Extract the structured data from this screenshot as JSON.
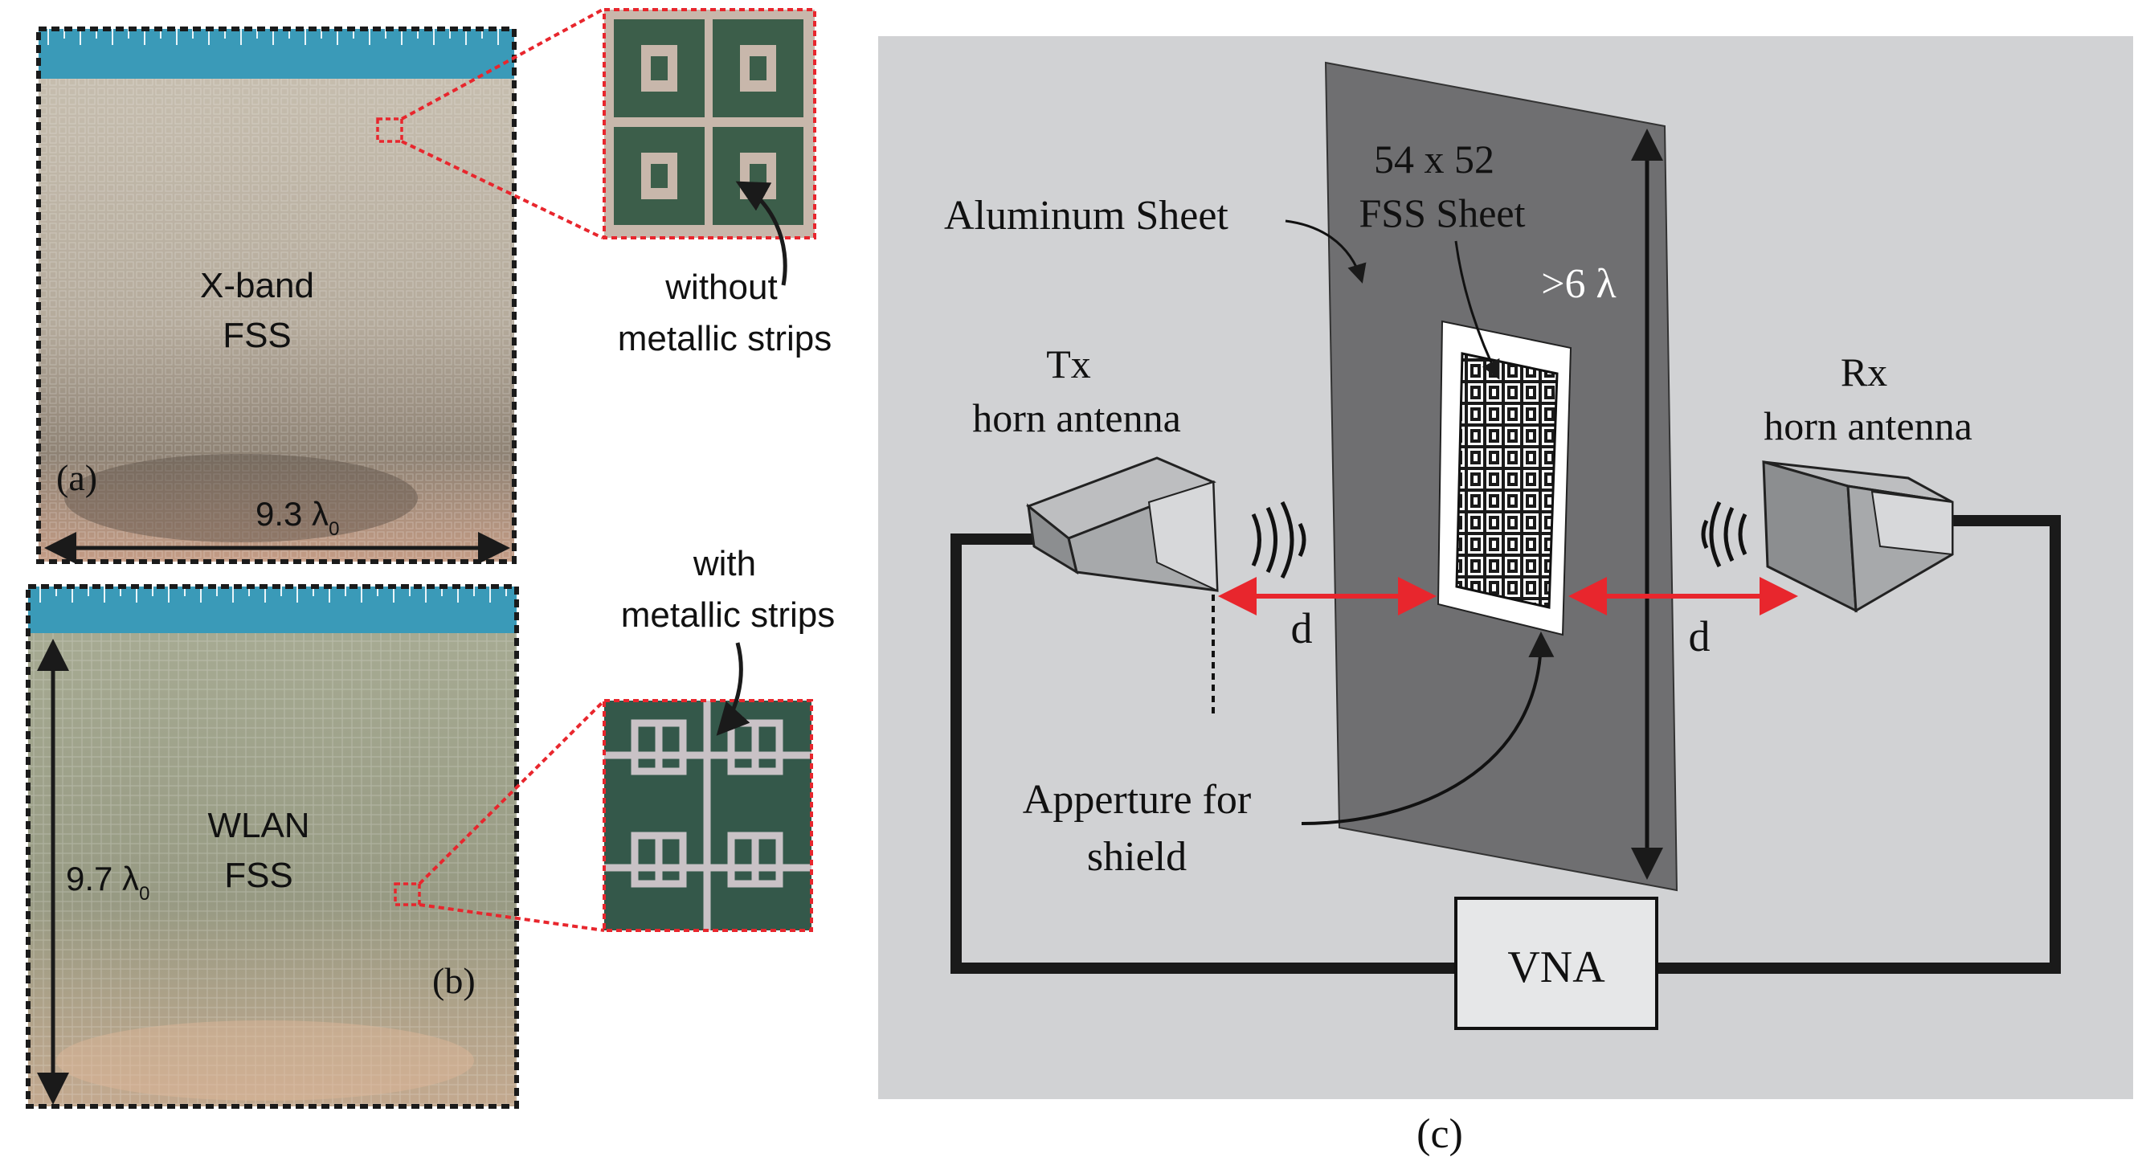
{
  "panel_a": {
    "label": "(a)",
    "title_line1": "X-band",
    "title_line2": "FSS",
    "dimension": "9.3 λ",
    "dimension_sub": "0",
    "inset_caption_line1": "without",
    "inset_caption_line2": "metallic strips"
  },
  "panel_b": {
    "label": "(b)",
    "title_line1": "WLAN",
    "title_line2": "FSS",
    "dimension": "9.7 λ",
    "dimension_sub": "0",
    "inset_caption_line1": "with",
    "inset_caption_line2": "metallic strips"
  },
  "panel_c": {
    "label": "(c)",
    "aluminum_label": "Aluminum Sheet",
    "fss_count": "54 x 52",
    "fss_label": "FSS Sheet",
    "height_label": ">6 λ",
    "tx_line1": "Tx",
    "tx_line2": "horn antenna",
    "rx_line1": "Rx",
    "rx_line2": "horn antenna",
    "distance_left": "d",
    "distance_right": "d",
    "aperture_line1": "Apperture for",
    "aperture_line2": "shield",
    "vna": "VNA"
  },
  "colors": {
    "red_accent": "#e8262d",
    "panel_bg": "#d1d2d4",
    "sheet": "#6f6f71",
    "vna_box": "#e6e7e8",
    "ruler": "#3a9ab8",
    "fss_photo_a": "#b3a99a",
    "fss_photo_b": "#9ea08c",
    "pcb_green": "#3c5e4a"
  },
  "icons": [
    "ruler-icon",
    "horn-antenna-icon",
    "radio-waves-icon",
    "fss-unit-cell-icon"
  ]
}
